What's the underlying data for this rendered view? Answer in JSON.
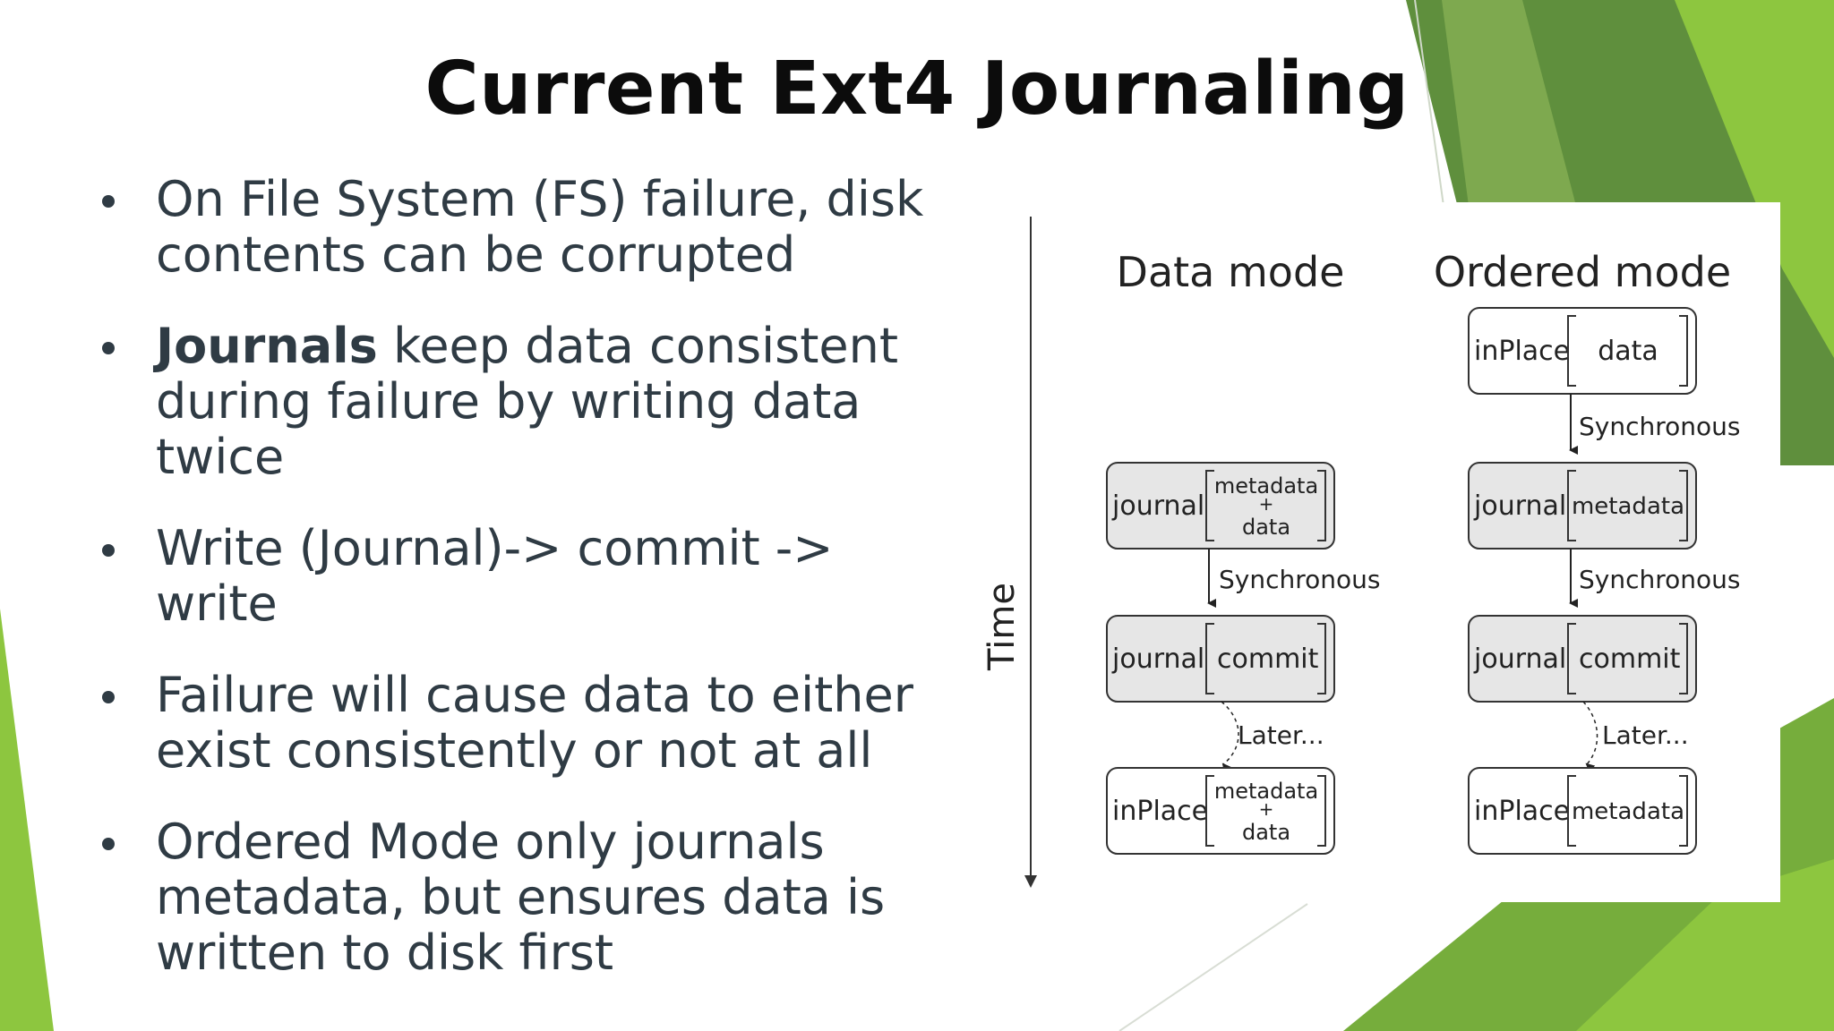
{
  "title": "Current Ext4 Journaling",
  "bullets": [
    {
      "bold": "",
      "text": "On File System (FS) failure, disk contents can be corrupted"
    },
    {
      "bold": "Journals",
      "text": " keep data consistent during failure by writing data twice"
    },
    {
      "bold": "",
      "text": "Write (Journal)-> commit -> write"
    },
    {
      "bold": "",
      "text": "Failure will cause data to either exist consistently or not at all"
    },
    {
      "bold": "",
      "text": "Ordered Mode only journals metadata, but ensures data is written to disk first"
    }
  ],
  "diagram": {
    "time_label": "Time",
    "data_mode": {
      "heading": "Data mode",
      "box1": {
        "left": "journal",
        "right_top": "metadata",
        "right_mid": "+",
        "right_bottom": "data"
      },
      "arrow1": "Synchronous",
      "box2": {
        "left": "journal",
        "right": "commit"
      },
      "arrow2": "Later...",
      "box3": {
        "left": "inPlace",
        "right_top": "metadata",
        "right_mid": "+",
        "right_bottom": "data"
      }
    },
    "ordered_mode": {
      "heading": "Ordered mode",
      "box0": {
        "left": "inPlace",
        "right": "data"
      },
      "arrow0": "Synchronous",
      "box1": {
        "left": "journal",
        "right": "metadata"
      },
      "arrow1": "Synchronous",
      "box2": {
        "left": "journal",
        "right": "commit"
      },
      "arrow2": "Later...",
      "box3": {
        "left": "inPlace",
        "right": "metadata"
      }
    }
  },
  "colors": {
    "green_dark": "#5e8f3a",
    "green_mid": "#77ad3b",
    "green_light": "#8dc63f",
    "text": "#2f3b44",
    "box_fill": "#e6e6e6"
  }
}
